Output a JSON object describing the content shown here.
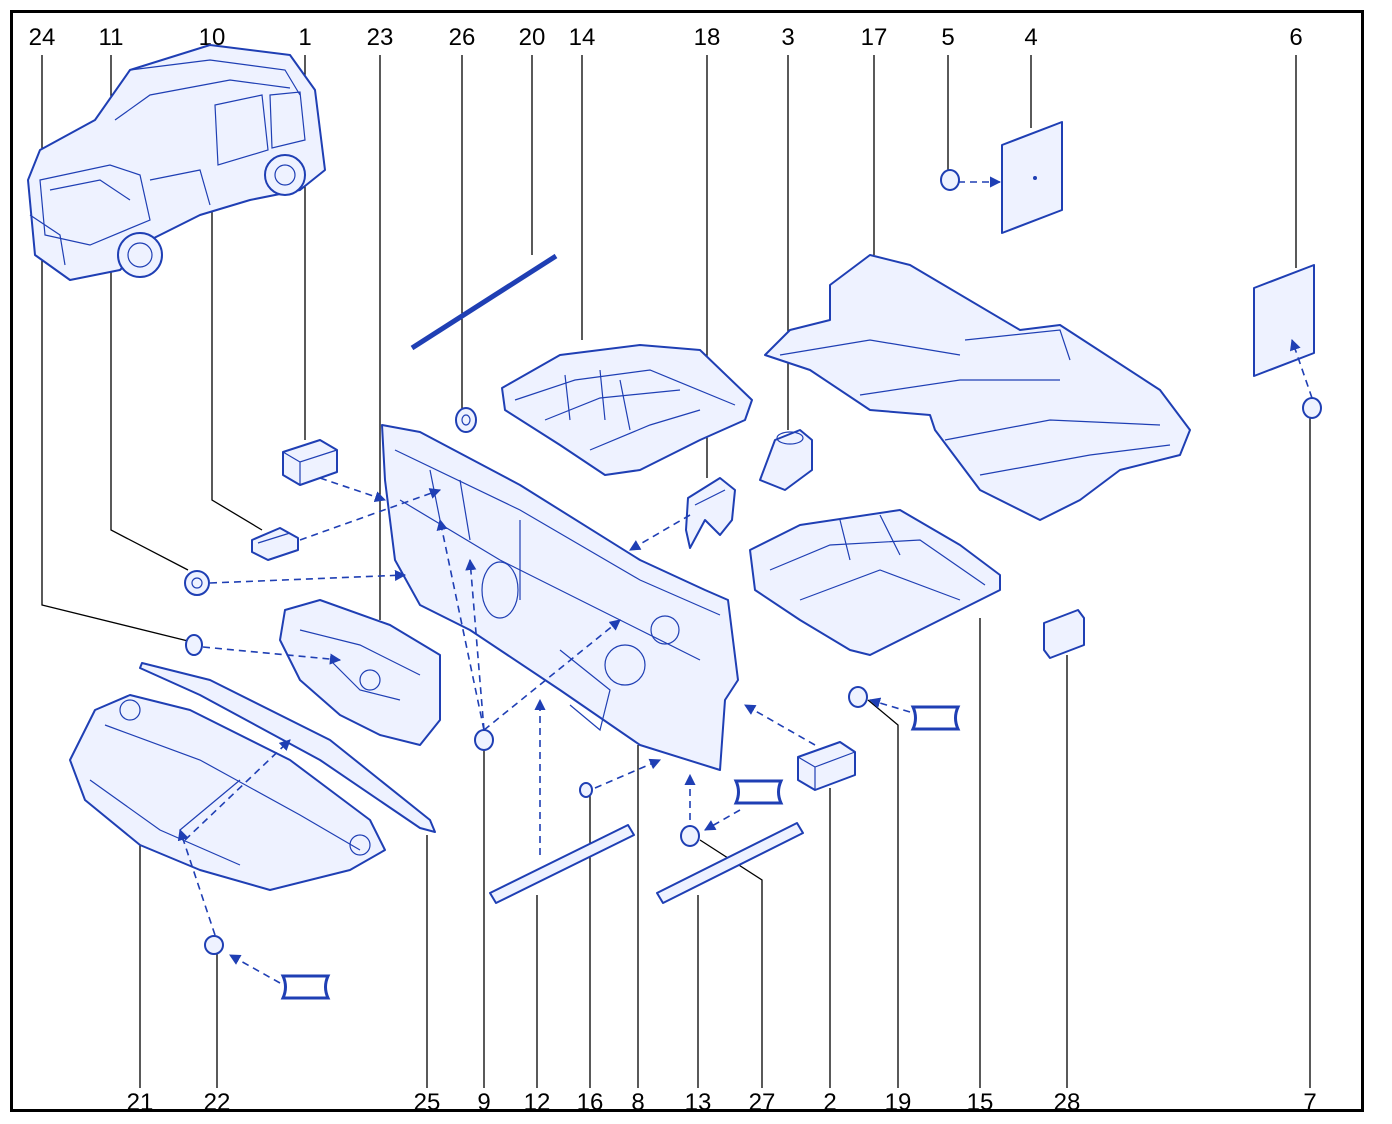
{
  "callouts": {
    "top": [
      "24",
      "11",
      "10",
      "1",
      "23",
      "26",
      "20",
      "14",
      "18",
      "3",
      "17",
      "5",
      "4",
      "6"
    ],
    "bottom": [
      "21",
      "22",
      "25",
      "9",
      "12",
      "16",
      "8",
      "13",
      "27",
      "2",
      "19",
      "15",
      "28",
      "7"
    ]
  },
  "colors": {
    "line": "#1f3fb4",
    "fill": "#eef2ff",
    "frame": "#000000"
  }
}
